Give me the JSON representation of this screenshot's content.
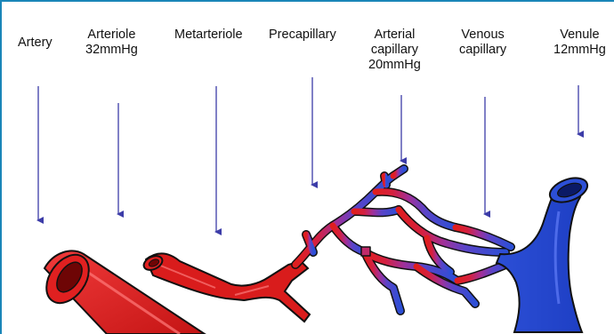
{
  "labels": {
    "artery": "Artery",
    "arteriole": [
      "Arteriole",
      "32mmHg"
    ],
    "metarteriole": "Metarteriole",
    "precapillary": "Precapillary",
    "arterial_capillary": [
      "Arterial",
      "capillary",
      "20mmHg"
    ],
    "venous_capillary": [
      "Venous",
      "capillary"
    ],
    "venule": [
      "Venule",
      "12mmHg"
    ]
  },
  "colors": {
    "frame": "#1a86b8",
    "arrow": "#3c3ca8",
    "arterial": "#e01e1e",
    "arterial_dark": "#7a0606",
    "transition": "#a0309a",
    "venous": "#2c4fd6",
    "venous_dark": "#0b1a66",
    "outline": "#111111"
  },
  "icons": {
    "pointer_arrows": "down-arrow-icon",
    "vessels": "blood-vessel-illustration"
  }
}
